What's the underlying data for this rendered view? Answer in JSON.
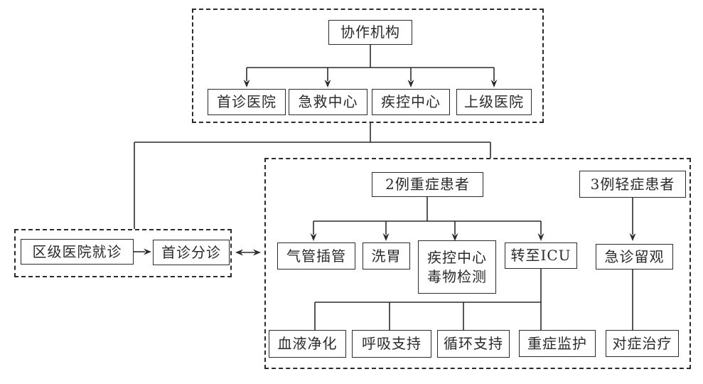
{
  "diagram": {
    "type": "flowchart",
    "language": "zh-CN",
    "line_color": "#2b2b2b",
    "background_color": "#ffffff",
    "nodes": {
      "collab_org": "协作机构",
      "first_visit_hospital": "首诊医院",
      "emergency_center": "急救中心",
      "cdc_center": "疾控中心",
      "superior_hospital": "上级医院",
      "district_hospital_visit": "区级医院就诊",
      "first_triage": "首诊分诊",
      "severe_patients": "2例重症患者",
      "tracheal_intubation": "气管插管",
      "gastric_lavage": "洗胃",
      "cdc_toxin_test": "疾控中心\n毒物检测",
      "transfer_icu": "转至ICU",
      "mild_patients": "3例轻症患者",
      "er_observation": "急诊留观",
      "blood_purification": "血液净化",
      "respiratory_support": "呼吸支持",
      "circulatory_support": "循环支持",
      "intensive_care": "重症监护",
      "symptomatic_treatment": "对症治疗"
    },
    "edges": [
      {
        "from": "collab_org",
        "to": "first_visit_hospital",
        "arrow": "end"
      },
      {
        "from": "collab_org",
        "to": "emergency_center",
        "arrow": "end"
      },
      {
        "from": "collab_org",
        "to": "cdc_center",
        "arrow": "end"
      },
      {
        "from": "collab_org",
        "to": "superior_hospital",
        "arrow": "end"
      },
      {
        "from": "collab-group",
        "to": "left-group",
        "arrow": "none"
      },
      {
        "from": "collab-group",
        "to": "treatment-group",
        "arrow": "none"
      },
      {
        "from": "district_hospital_visit",
        "to": "first_triage",
        "arrow": "end"
      },
      {
        "from": "first_triage",
        "to": "treatment-group",
        "arrow": "both"
      },
      {
        "from": "severe_patients",
        "to": "tracheal_intubation",
        "arrow": "end"
      },
      {
        "from": "severe_patients",
        "to": "gastric_lavage",
        "arrow": "end"
      },
      {
        "from": "severe_patients",
        "to": "cdc_toxin_test",
        "arrow": "end"
      },
      {
        "from": "severe_patients",
        "to": "transfer_icu",
        "arrow": "end"
      },
      {
        "from": "mild_patients",
        "to": "er_observation",
        "arrow": "end"
      },
      {
        "from": "transfer_icu",
        "to": "blood_purification",
        "arrow": "none"
      },
      {
        "from": "transfer_icu",
        "to": "respiratory_support",
        "arrow": "none"
      },
      {
        "from": "transfer_icu",
        "to": "circulatory_support",
        "arrow": "none"
      },
      {
        "from": "transfer_icu",
        "to": "intensive_care",
        "arrow": "none"
      },
      {
        "from": "er_observation",
        "to": "symptomatic_treatment",
        "arrow": "none"
      }
    ]
  }
}
